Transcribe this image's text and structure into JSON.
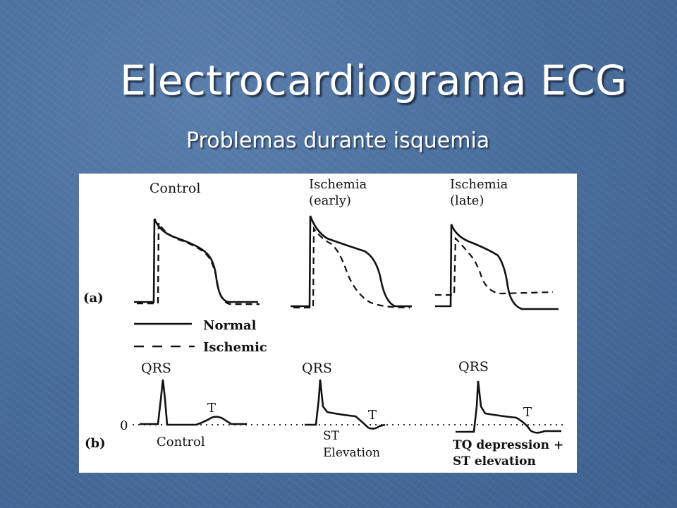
{
  "slide": {
    "title": "Electrocardiograma ECG",
    "subtitle": "Problemas durante isquemia"
  },
  "figure": {
    "panel_a": {
      "label": "(a)",
      "columns": [
        "Control",
        "Ischemia",
        "(early)",
        "Ischemia",
        "(late)"
      ],
      "legend": {
        "normal": "Normal",
        "ischemic": "Ischemic"
      }
    },
    "panel_b": {
      "label": "(b)",
      "zero_label": "0",
      "qrs_labels": [
        "QRS",
        "QRS",
        "QRS"
      ],
      "t_labels": [
        "T",
        "T",
        "T"
      ],
      "captions": [
        "Control",
        "ST",
        "Elevation",
        "TQ depression +",
        "ST elevation"
      ]
    }
  }
}
